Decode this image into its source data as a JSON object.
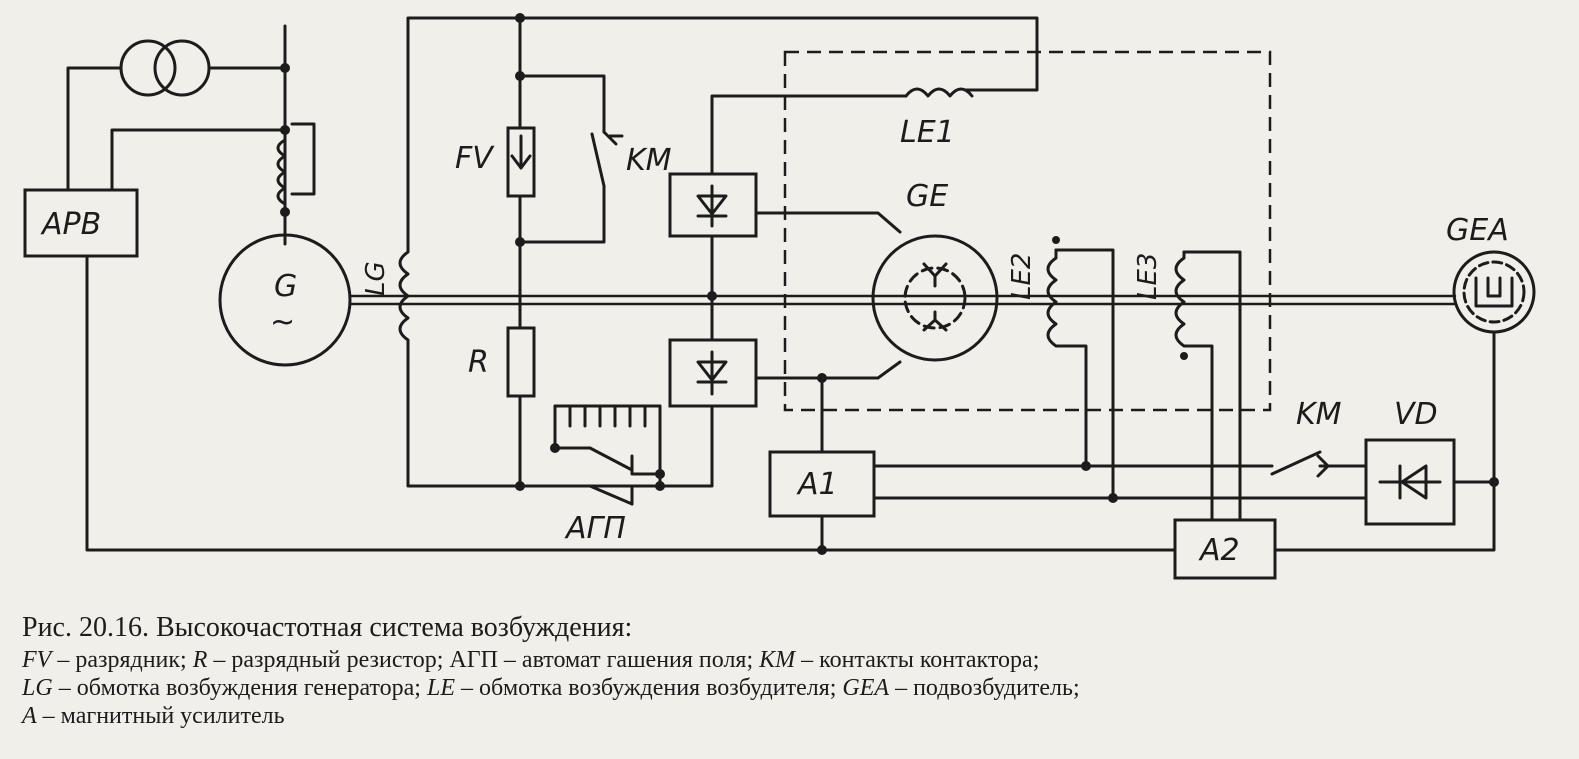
{
  "diagram": {
    "labels": {
      "apv": "АРВ",
      "g": "G",
      "g_sym": "~",
      "lg": "LG",
      "fv": "FV",
      "km_top": "KM",
      "r": "R",
      "agp": "АГП",
      "le1": "LE1",
      "ge": "GE",
      "le2": "LE2",
      "le3": "LE3",
      "gea": "GEA",
      "km_bot": "KM",
      "vd": "VD",
      "a1": "A1",
      "a2": "A2"
    }
  },
  "caption": {
    "title": "Рис. 20.16. Высокочастотная система возбуждения:",
    "items": [
      {
        "term": "FV",
        "text": " – разрядник; "
      },
      {
        "term": "R",
        "text": " – разрядный резистор; "
      },
      {
        "term": "АГП",
        "text": " – автомат гашения поля; "
      },
      {
        "term": "KM",
        "text": " – контакты контактора;"
      },
      {
        "term": "LG",
        "text": " – обмотка возбуждения генератора; "
      },
      {
        "term": "LE",
        "text": " – обмотка возбуждения возбудителя; "
      },
      {
        "term": "GEA",
        "text": " – подвозбудитель;"
      },
      {
        "term": "A",
        "text": " – магнитный усилитель"
      }
    ]
  }
}
